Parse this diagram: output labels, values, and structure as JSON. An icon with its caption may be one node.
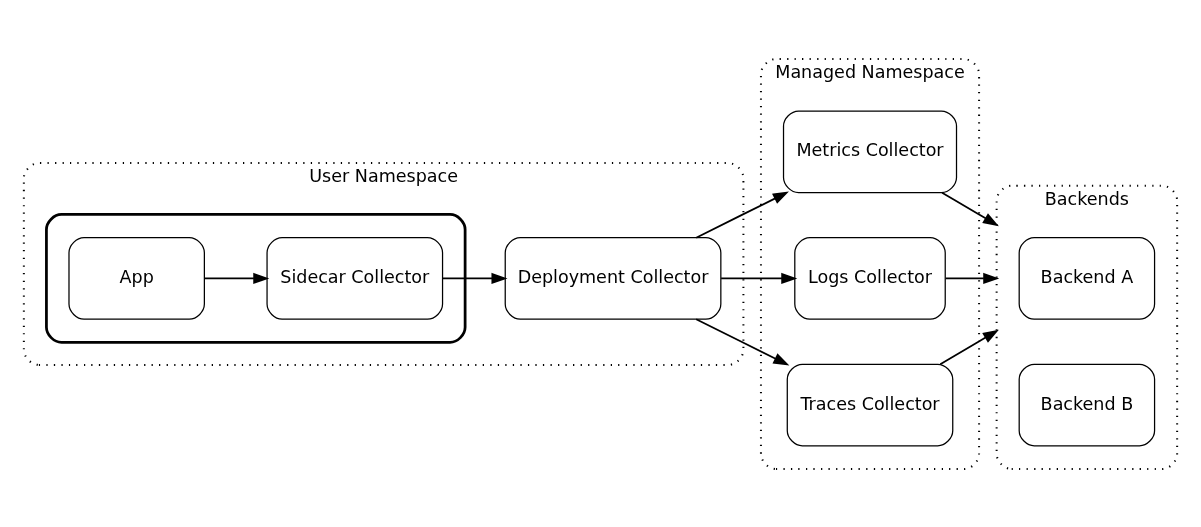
{
  "diagram": {
    "nodes": [
      {
        "text": [
          "User Namespace"
        ]
      },
      {
        "text": [],
        "shape": "box",
        "in": 0
      },
      {
        "text": [
          "App"
        ],
        "in": 1
      },
      {
        "text": [
          "Sidecar Collector"
        ],
        "in": 1
      },
      {
        "text": [
          "Deployment Collector"
        ],
        "in": 0
      },
      {
        "text": [
          "Managed Namespace"
        ]
      },
      {
        "text": [
          "Metrics Collector"
        ],
        "in": 5
      },
      {
        "text": [
          "Logs Collector"
        ],
        "in": 5
      },
      {
        "text": [
          "Traces Collector"
        ],
        "in": 5
      },
      {
        "text": [
          "Backends"
        ]
      },
      {
        "text": [
          "Backend A"
        ],
        "in": 9
      },
      {
        "text": [
          "Backend B"
        ],
        "in": 9
      }
    ],
    "edges": [
      {
        "from": 2,
        "to": 3,
        "arrow": "to"
      },
      {
        "from": 3,
        "to": 4,
        "arrow": "to"
      },
      {
        "from": 4,
        "to": 6,
        "arrow": "to"
      },
      {
        "from": 4,
        "to": 7,
        "arrow": "to"
      },
      {
        "from": 4,
        "to": 8,
        "arrow": "to"
      },
      {
        "from": 6,
        "to": 9,
        "arrow": "to"
      },
      {
        "from": 7,
        "to": 9,
        "arrow": "to"
      },
      {
        "from": 8,
        "to": 9,
        "arrow": "to"
      }
    ]
  }
}
